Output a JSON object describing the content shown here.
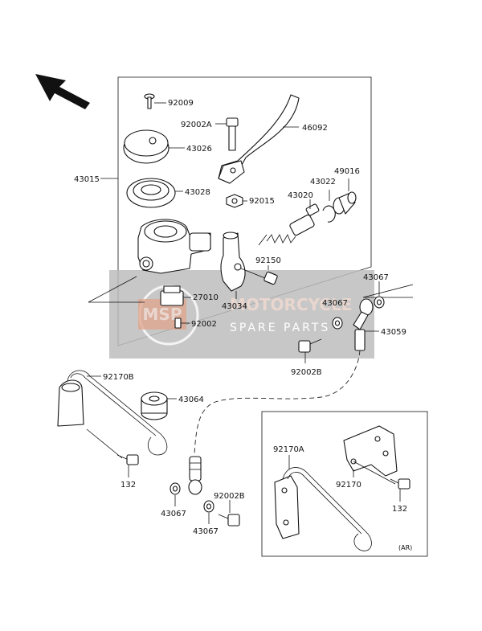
{
  "callouts": {
    "p92009": "92009",
    "p92002A": "92002A",
    "p46092": "46092",
    "p43026": "43026",
    "p43015": "43015",
    "p43028": "43028",
    "p92015": "92015",
    "p43020": "43020",
    "p43022": "43022",
    "p49016": "49016",
    "p92150": "92150",
    "p43067a": "43067",
    "p27010": "27010",
    "p43034": "43034",
    "p43067b": "43067",
    "p92002": "92002",
    "p43059": "43059",
    "p92002B": "92002B",
    "p92170B": "92170B",
    "p43064": "43064",
    "p132a": "132",
    "p43067c": "43067",
    "p92002Bb": "92002B",
    "p43067d": "43067",
    "p92170A": "92170A",
    "p92170": "92170",
    "p132b": "132",
    "variant": "(AR)"
  },
  "watermark": {
    "line1": "MOTORCYCLE",
    "line2": "SPARE PARTS",
    "logo": "MSP"
  },
  "colors": {
    "watermark_band": "#bdbdbd",
    "watermark_accent": "#e0a48c",
    "line": "#111111"
  },
  "icons": {
    "orientation": "arrow-icon"
  }
}
